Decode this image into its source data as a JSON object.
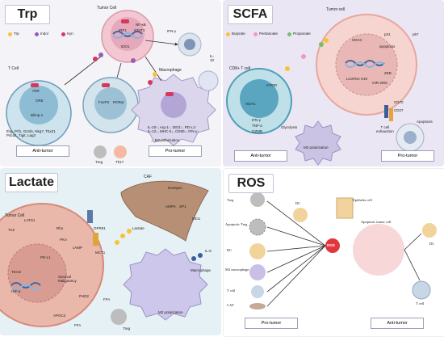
{
  "trp": {
    "title": "Trp",
    "legend": [
      "Trp",
      "Indol",
      "Kyn"
    ],
    "tumor_cell": "Tumor Cell",
    "ifn": "IFN-γ",
    "il10": "IL-\n10",
    "t_cell": "T Cell",
    "ahr": "AhR",
    "ido1": "IDO1",
    "ifr1": "IRF1",
    "stat1": "STAT1",
    "nkb": "NF-κB",
    "ore": "ORE",
    "blimp": "Blimp-1",
    "genes_t": "Ifng, Prf1, Gzmb, Nkg7, Tbx21\nPdcd1, Tigit, Lag3",
    "foxp3": "FoxP3",
    "rorgt": "RORγt",
    "treg": "Treg",
    "th17": "Th17",
    "macrophage": "Macrophage",
    "macro_genes": "IL-10↑, Arg-1↑, IDO1↑, PD-L1↑\nIL-12↓, MHC-II↓, CD80↓, IFN-γ↓",
    "m2": "→ M2 polarization",
    "anti": "Anti-tumor",
    "pro": "Pro-tumor"
  },
  "scfa": {
    "title": "SCFA",
    "legend": [
      "Butyrate",
      "Pentanoate",
      "Propionate"
    ],
    "tumor_cell": "Tumor cell",
    "cd8": "CD8+ T cell",
    "mtor": "mTOR",
    "hdac": "HDAC",
    "ifng": "IFN-γ",
    "tnf": "TNF-α",
    "gzmb": "GZMB",
    "glycolysis": "Glycolysis",
    "m2": "M2 polarization",
    "hdac2": "HDAC",
    "p21": "p21",
    "lncrna": "LncRNA H19",
    "mir": "miR-200c",
    "apoptosis_box": "apoptosis",
    "zeb": "ZEB",
    "p57": "p57",
    "cd70": "CD70",
    "cd27": "CD27",
    "exhaustion": "T cell\nexhaustion",
    "apoptosis": "Apoptosis",
    "anti": "Anti-tumor",
    "pro": "Pro-tumor"
  },
  "lactate": {
    "title": "Lactate",
    "tumor_cell": "Tumor Cell",
    "caf": "CAF",
    "lats1": "LATS1",
    "taz": "TAZ",
    "rho": "Rho",
    "pka": "PKA",
    "camp": "cAMP",
    "gpr81": "GPR81",
    "mct1": "MCT1",
    "pdl1": "PD-L1",
    "tead": "TEAD",
    "hif": "HIF-α",
    "survival": "Survival\nMalignancy",
    "phd2": "PHD2",
    "lactate": "Lactate",
    "nonspec": "Nonspec",
    "ampk": "AMPK",
    "sp1": "SP1",
    "mcu": "MCU",
    "il8": "IL-8",
    "macrophage": "Macrophage",
    "m2": "M2 polarization",
    "ffa": "FFA",
    "treg": "Treg",
    "apoc2": "APOC2",
    "ffa2": "FFA"
  },
  "ros": {
    "title": "ROS",
    "treg": "Treg",
    "apo_treg": "Apoptotic Treg",
    "dc": "DC",
    "m2": "M2 macrophage",
    "t_cell": "T cell",
    "caf": "CAF",
    "dc_top": "DC",
    "epithelia": "Epithelia cell",
    "apoptotic": "Apoptotic tumor cell",
    "dc_right": "DC",
    "t_cell_right": "T cell",
    "ros": "ROS",
    "pro": "Pro-tumor",
    "anti": "Anti-tumor"
  },
  "colors": {
    "trp": "#f6c33b",
    "indol": "#9c5ab8",
    "kyn": "#d8365d",
    "butyrate": "#f6c33b",
    "pentanoate": "#f29ab8",
    "propionate": "#77c069"
  }
}
